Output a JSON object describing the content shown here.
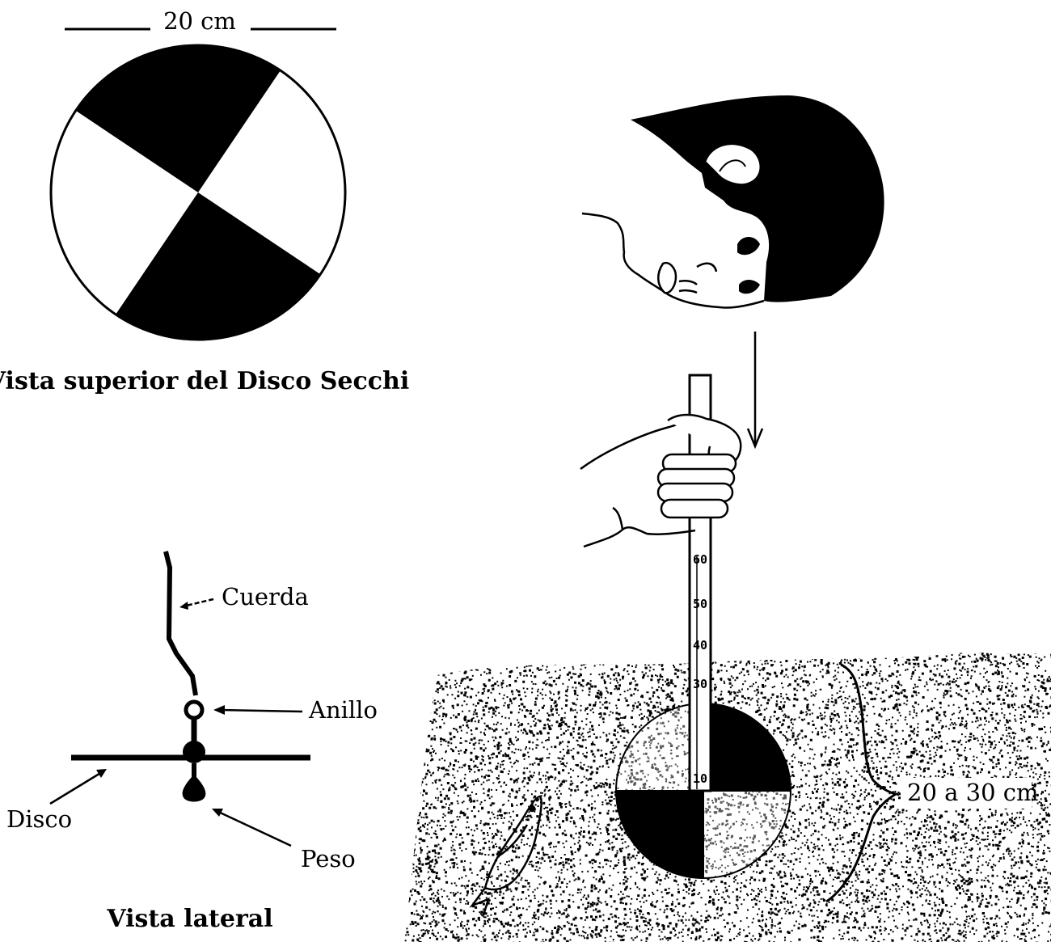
{
  "scale": {
    "label": "20 cm"
  },
  "top_view": {
    "caption": "Vista superior del Disco Secchi"
  },
  "side_view": {
    "caption": "Vista lateral",
    "parts": {
      "rope": "Cuerda",
      "ring": "Anillo",
      "disk": "Disco",
      "weight": "Peso"
    }
  },
  "field_scene": {
    "depth_label": "20 a 30 cm",
    "pole_ticks": [
      "60",
      "50",
      "40",
      "30",
      "10"
    ]
  },
  "colors": {
    "ink": "#000000",
    "paper": "#ffffff"
  }
}
